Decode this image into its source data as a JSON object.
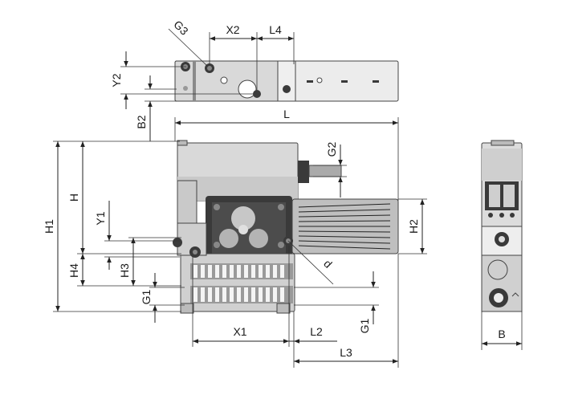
{
  "labels": {
    "G3": "G3",
    "X2": "X2",
    "L4": "L4",
    "Y2": "Y2",
    "B2": "B2",
    "L": "L",
    "G2": "G2",
    "H1": "H1",
    "H": "H",
    "Y1": "Y1",
    "H2": "H2",
    "H4": "H4",
    "H3": "H3",
    "d": "d",
    "G1_left": "G1",
    "G1_right": "G1",
    "X1": "X1",
    "L2": "L2",
    "L3": "L3",
    "B": "B"
  },
  "colors": {
    "dark": "#3a3a3a",
    "mid": "#8a8a8a",
    "light": "#d9d9d9",
    "line": "#222222"
  }
}
